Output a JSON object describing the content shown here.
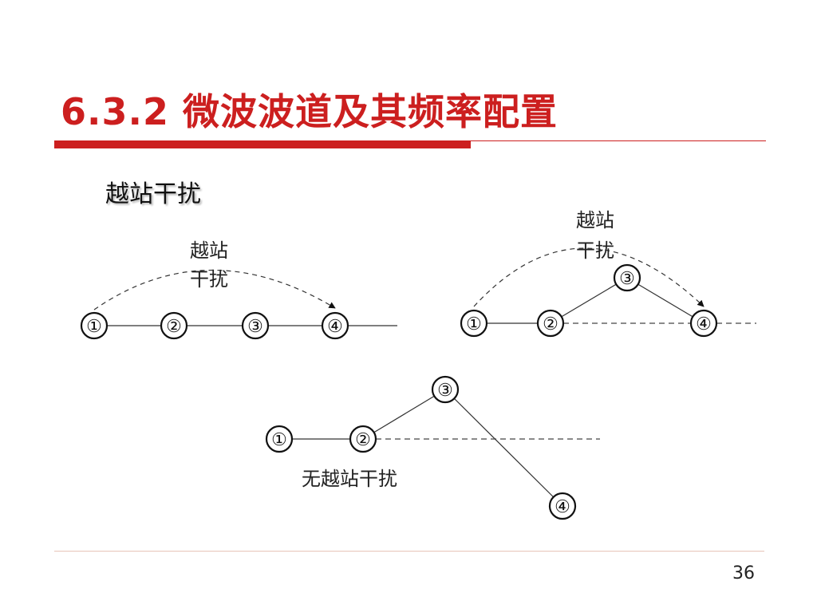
{
  "slide": {
    "title": "6.3.2 微波波道及其频率配置",
    "subtitle": "越站干扰",
    "page_number": "36"
  },
  "colors": {
    "accent": "#cc1f1f",
    "footer_rule": "#e8c4b8"
  },
  "diagrams": {
    "straight": {
      "nodes": [
        "①",
        "②",
        "③",
        "④"
      ],
      "label_line1": "越站",
      "label_line2": "干扰"
    },
    "bent": {
      "nodes": [
        "①",
        "②",
        "③",
        "④"
      ],
      "label_line1": "越站",
      "label_line2": "干扰"
    },
    "none": {
      "nodes": [
        "①",
        "②",
        "③",
        "④"
      ],
      "label": "无越站干扰"
    }
  }
}
